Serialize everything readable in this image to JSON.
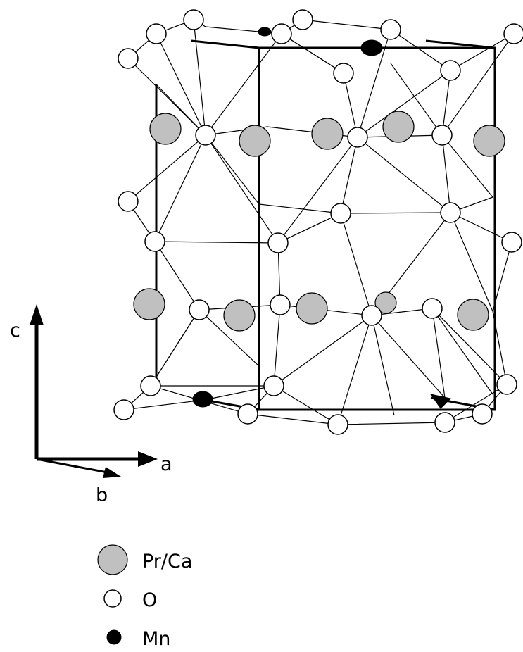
{
  "axes": {
    "c_label": "c",
    "a_label": "a",
    "b_label": "b"
  },
  "legend": {
    "items": [
      {
        "key": "pr_ca",
        "label": "Pr/Ca",
        "color": "#c0c0c0"
      },
      {
        "key": "oxygen",
        "label": "O",
        "color": "#ffffff"
      },
      {
        "key": "manganese",
        "label": "Mn",
        "color": "#000000"
      }
    ]
  }
}
